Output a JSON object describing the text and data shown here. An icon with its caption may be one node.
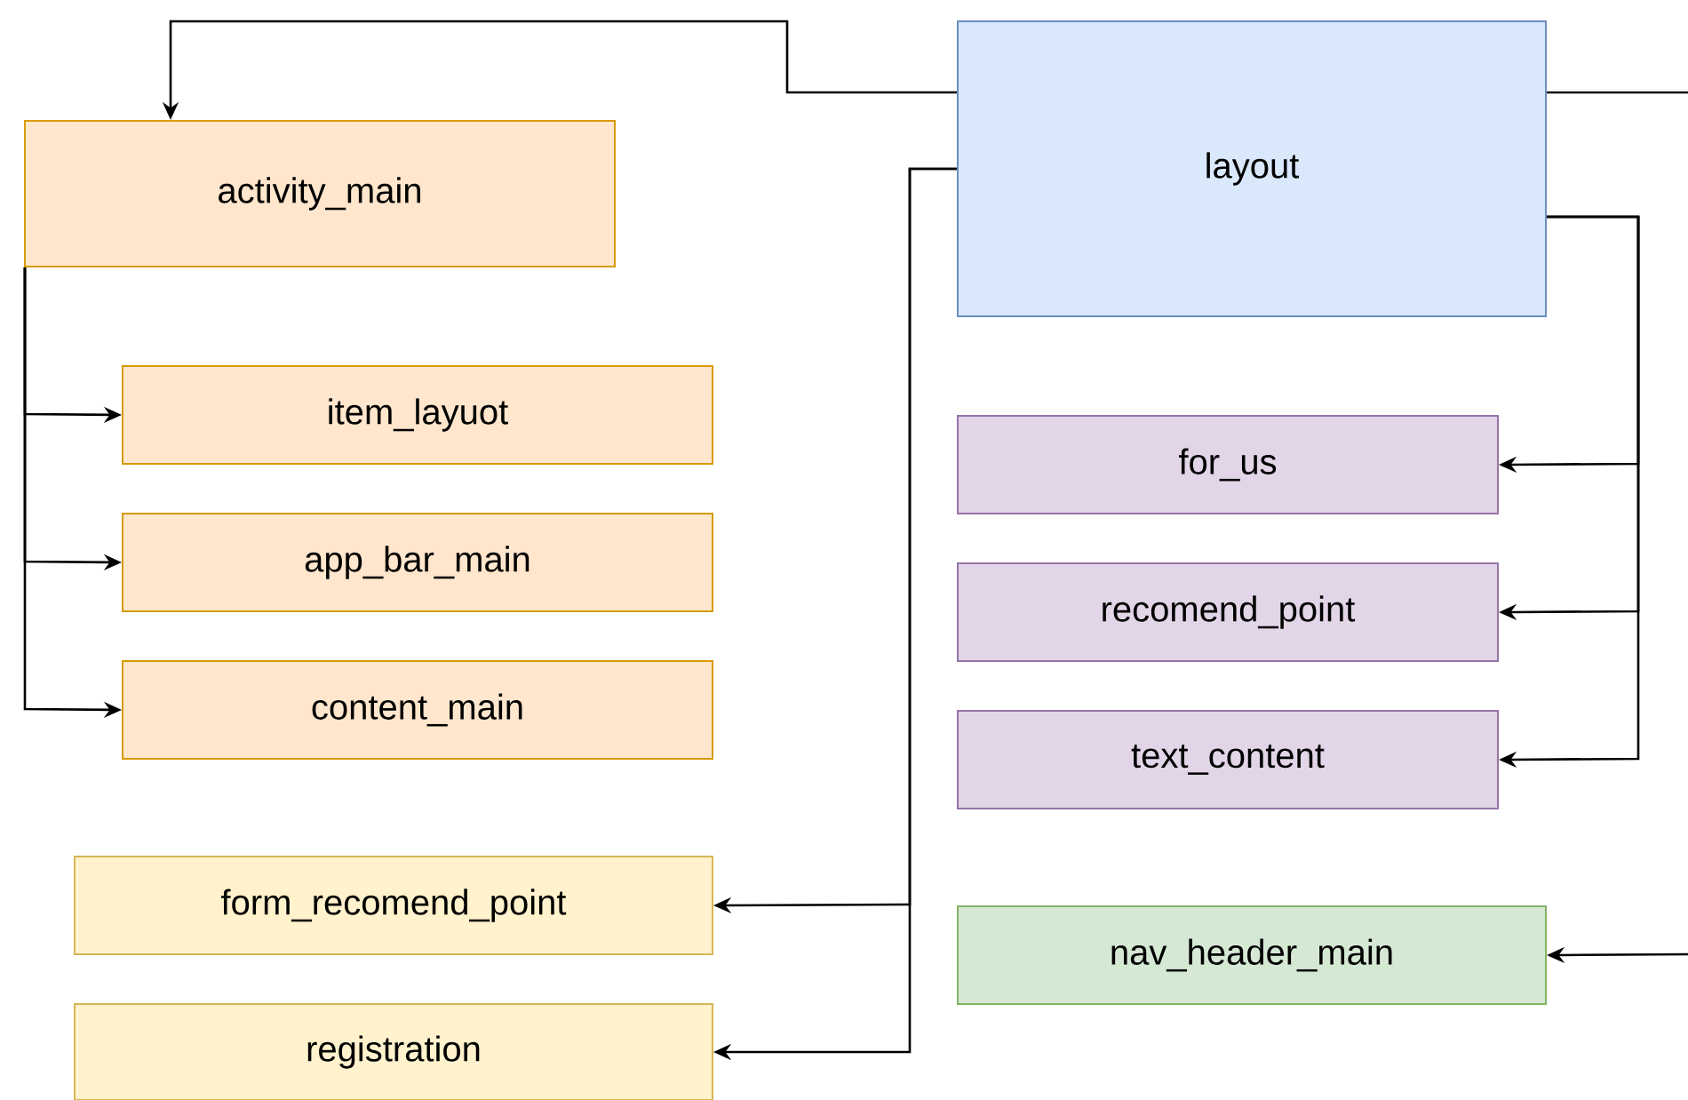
{
  "diagram": {
    "nodes": [
      {
        "text": [
          "layout"
        ]
      },
      {
        "text": [
          "activity_main"
        ]
      },
      {
        "text": [
          "item_layuot"
        ]
      },
      {
        "text": [
          "app_bar_main"
        ]
      },
      {
        "text": [
          "content_main"
        ]
      },
      {
        "text": [
          "for_us"
        ]
      },
      {
        "text": [
          "recomend_point"
        ]
      },
      {
        "text": [
          "text_content"
        ]
      },
      {
        "text": [
          "form_recomend_point"
        ]
      },
      {
        "text": [
          "registration"
        ]
      },
      {
        "text": [
          "nav_header_main"
        ]
      }
    ],
    "edges": [
      {
        "from": 0,
        "to": 1,
        "arrow": "to"
      },
      {
        "from": 0,
        "to": null,
        "arrow": "none"
      },
      {
        "from": 1,
        "to": 2,
        "arrow": "to"
      },
      {
        "from": 1,
        "to": 3,
        "arrow": "to"
      },
      {
        "from": 1,
        "to": 4,
        "arrow": "to"
      },
      {
        "from": 0,
        "to": 5,
        "arrow": "to"
      },
      {
        "from": 0,
        "to": 6,
        "arrow": "to"
      },
      {
        "from": 0,
        "to": 7,
        "arrow": "to"
      },
      {
        "from": 0,
        "to": 8,
        "arrow": "to"
      },
      {
        "from": 0,
        "to": 9,
        "arrow": "to"
      },
      {
        "from": null,
        "to": 10,
        "arrow": "to"
      }
    ]
  }
}
